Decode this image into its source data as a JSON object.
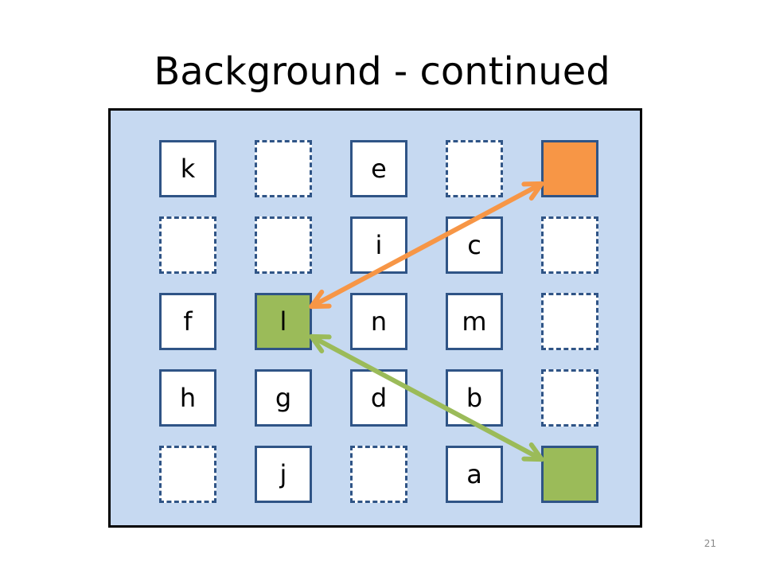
{
  "slide": {
    "title": "Background - continued",
    "page_number": "21"
  },
  "colors": {
    "panel": "#c6d9f1",
    "cell_border": "#2f5486",
    "orange": "#f79646",
    "green": "#9bbb59"
  },
  "grid": {
    "rows": [
      [
        {
          "label": "k",
          "style": "solid"
        },
        {
          "label": "",
          "style": "dashed"
        },
        {
          "label": "e",
          "style": "solid"
        },
        {
          "label": "",
          "style": "dashed"
        },
        {
          "label": "",
          "style": "orange"
        }
      ],
      [
        {
          "label": "",
          "style": "dashed"
        },
        {
          "label": "",
          "style": "dashed"
        },
        {
          "label": "i",
          "style": "solid"
        },
        {
          "label": "c",
          "style": "solid"
        },
        {
          "label": "",
          "style": "dashed"
        }
      ],
      [
        {
          "label": "f",
          "style": "solid"
        },
        {
          "label": "l",
          "style": "green"
        },
        {
          "label": "n",
          "style": "solid"
        },
        {
          "label": "m",
          "style": "solid"
        },
        {
          "label": "",
          "style": "dashed"
        }
      ],
      [
        {
          "label": "h",
          "style": "solid"
        },
        {
          "label": "g",
          "style": "solid"
        },
        {
          "label": "d",
          "style": "solid"
        },
        {
          "label": "b",
          "style": "solid"
        },
        {
          "label": "",
          "style": "dashed"
        }
      ],
      [
        {
          "label": "",
          "style": "dashed"
        },
        {
          "label": "j",
          "style": "solid"
        },
        {
          "label": "",
          "style": "dashed"
        },
        {
          "label": "a",
          "style": "solid"
        },
        {
          "label": "",
          "style": "green"
        }
      ]
    ]
  },
  "arrows": [
    {
      "from_row": 2,
      "from_col": 1,
      "to_row": 0,
      "to_col": 4,
      "color": "#f79646",
      "double_headed": true
    },
    {
      "from_row": 2,
      "from_col": 1,
      "to_row": 4,
      "to_col": 4,
      "color": "#9bbb59",
      "double_headed": true
    }
  ]
}
